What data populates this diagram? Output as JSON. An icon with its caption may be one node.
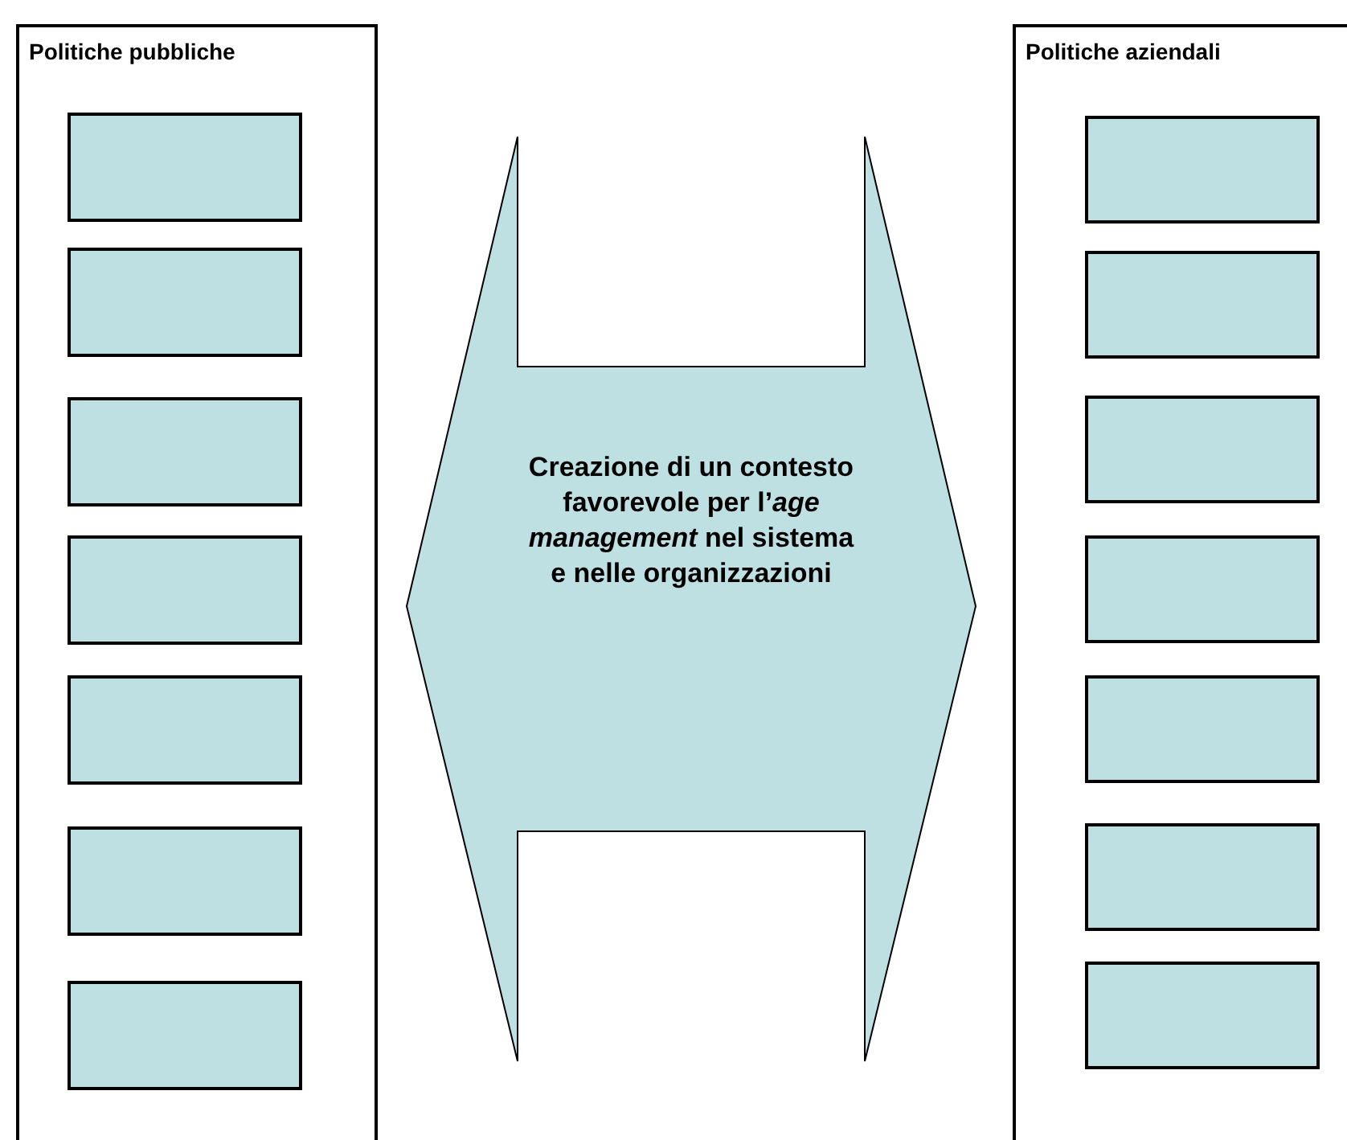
{
  "diagram": {
    "nodes": [
      {
        "text": [
          "Politiche pubbliche"
        ]
      },
      {
        "text": [],
        "shape": "box",
        "in": 0
      },
      {
        "text": [],
        "shape": "box",
        "in": 0
      },
      {
        "text": [],
        "shape": "box",
        "in": 0
      },
      {
        "text": [],
        "shape": "box",
        "in": 0
      },
      {
        "text": [],
        "shape": "box",
        "in": 0
      },
      {
        "text": [],
        "shape": "box",
        "in": 0
      },
      {
        "text": [],
        "shape": "box",
        "in": 0
      },
      {
        "text": [
          "Creazione di un contesto favorevole per l’*age management* nel sistema e nelle organizzazioni"
        ]
      },
      {
        "text": [
          "Politiche aziendali"
        ]
      },
      {
        "text": [],
        "shape": "box",
        "in": 9
      },
      {
        "text": [],
        "shape": "box",
        "in": 9
      },
      {
        "text": [],
        "shape": "box",
        "in": 9
      },
      {
        "text": [],
        "shape": "box",
        "in": 9
      },
      {
        "text": [],
        "shape": "box",
        "in": 9
      },
      {
        "text": [],
        "shape": "box",
        "in": 9
      },
      {
        "text": [],
        "shape": "box",
        "in": 9
      }
    ]
  }
}
